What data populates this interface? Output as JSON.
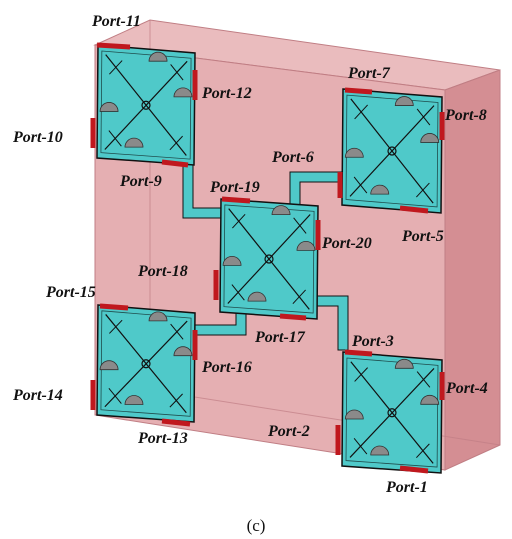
{
  "caption": "(c)",
  "colors": {
    "substrate_front": "#e3a8ab",
    "substrate_right": "#d48e93",
    "substrate_top": "#eabcbe",
    "substrate_edge": "#c07e84",
    "patch": "#4fc9c9",
    "patch_border": "#111111",
    "stub": "#8a8a8a",
    "port": "#c0181e"
  },
  "port_labels": [
    "Port-1",
    "Port-2",
    "Port-3",
    "Port-4",
    "Port-5",
    "Port-6",
    "Port-7",
    "Port-8",
    "Port-9",
    "Port-10",
    "Port-11",
    "Port-12",
    "Port-13",
    "Port-14",
    "Port-15",
    "Port-16",
    "Port-17",
    "Port-18",
    "Port-19",
    "Port-20"
  ]
}
